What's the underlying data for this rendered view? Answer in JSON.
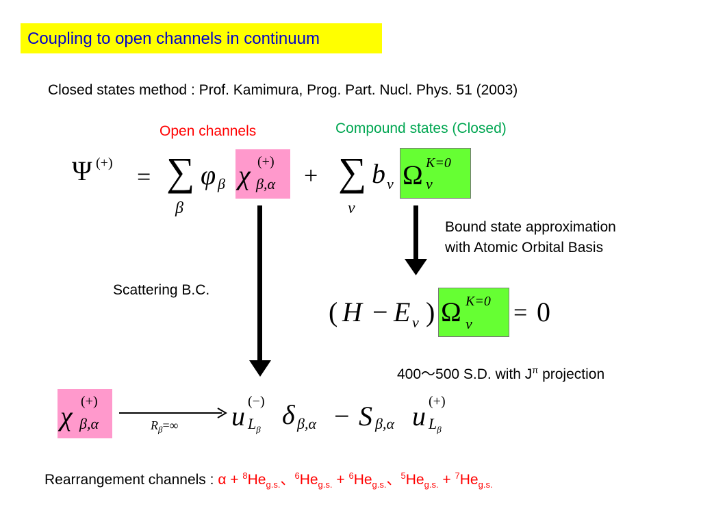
{
  "title": "Coupling to open channels in continuum",
  "reference": "Closed states method : Prof. Kamimura, Prog. Part. Nucl. Phys. 51 (2003)",
  "labels": {
    "open_channels": "Open channels",
    "compound_states": "Compound states (Closed)",
    "bound_state_line1": "Bound state approximation",
    "bound_state_line2": "with  Atomic Orbital Basis",
    "scattering_bc": "Scattering B.C.",
    "sd_prefix": "400～500 S.D. with J",
    "sd_sup": "π",
    "sd_suffix": " projection"
  },
  "rearrangement": {
    "prefix": "Rearrangement channels  : ",
    "alpha": "α",
    "plus": " + ",
    "mass8": "8",
    "mass6": "6",
    "mass5": "5",
    "mass7": "7",
    "he": "He",
    "gs": "g.s.",
    "sep": "、"
  },
  "equation": {
    "psi": "Ψ",
    "plus_sup": "(+)",
    "minus_sup": "(−)",
    "equals": "=",
    "sum": "∑",
    "plus": "+",
    "minus": "−",
    "phi": "φ",
    "chi": "χ",
    "beta": "β",
    "nu": "ν",
    "beta_alpha": "β,α",
    "b": "b",
    "omega": "Ω",
    "k0": "K=0",
    "lparen": "(",
    "H": "H",
    "E": "E",
    "rparen": ")",
    "zero": "0",
    "u": "u",
    "L": "L",
    "delta": "δ",
    "S": "S",
    "r_limit": "R",
    "r_limit_rest": "=∞"
  },
  "colors": {
    "title_bg": "#ffff00",
    "title_text": "#0000cc",
    "red": "#ff0000",
    "green_text": "#00a651",
    "pink_box": "#ff99cc",
    "green_box": "#66ff33"
  }
}
